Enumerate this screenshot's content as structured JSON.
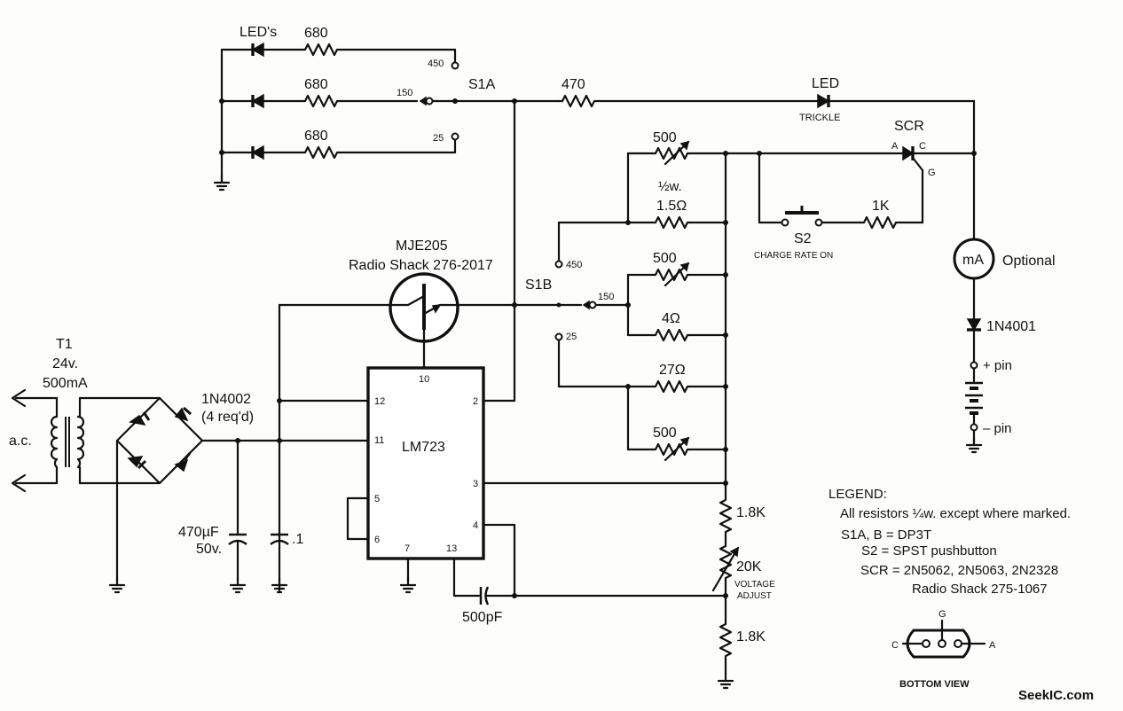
{
  "labels": {
    "leds": "LED's",
    "r680a": "680",
    "r680b": "680",
    "r680c": "680",
    "pos450a": "450",
    "pos150a": "150",
    "pos25a": "25",
    "s1a": "S1A",
    "r470": "470",
    "led": "LED",
    "trickle": "TRICKLE",
    "scr": "SCR",
    "scr_a": "A",
    "scr_c": "C",
    "scr_g": "G",
    "r500a": "500",
    "half_w": "½w.",
    "r1_5": "1.5Ω",
    "r500b": "500",
    "r4": "4Ω",
    "r27": "27Ω",
    "r500c": "500",
    "pos450b": "450",
    "pos150b": "150",
    "pos25b": "25",
    "s1b": "S1B",
    "s2": "S2",
    "charge_rate_on": "CHARGE RATE ON",
    "r1k": "1K",
    "ma": "mA",
    "optional": "Optional",
    "d1n4001": "1N4001",
    "plus_pin": "+ pin",
    "minus_pin": "– pin",
    "mje205": "MJE205",
    "radio_shack_276": "Radio Shack 276-2017",
    "t1": "T1",
    "t1_v": "24v.",
    "t1_ma": "500mA",
    "ac": "a.c.",
    "d1n4002": "1N4002",
    "req": "(4 req'd)",
    "c470": "470µF",
    "c50v": "50v.",
    "c01": ".1",
    "lm723": "LM723",
    "pin10": "10",
    "pin12": "12",
    "pin11": "11",
    "pin2": "2",
    "pin3": "3",
    "pin5": "5",
    "pin6": "6",
    "pin7": "7",
    "pin13": "13",
    "pin4": "4",
    "c500pf": "500pF",
    "r1_8a": "1.8K",
    "r20k": "20K",
    "voltage": "VOLTAGE",
    "adjust": "ADJUST",
    "r1_8b": "1.8K",
    "bottom_view": "BOTTOM VIEW",
    "bv_g": "G",
    "bv_c": "C",
    "bv_a": "A",
    "watermark": "SeekIC.com"
  },
  "legend": {
    "title": "LEGEND:",
    "lines": [
      "All resistors ¼w. except where marked.",
      "S1A, B = DP3T",
      "S2 = SPST pushbutton",
      "SCR = 2N5062, 2N5063, 2N2328",
      "Radio Shack 275-1067"
    ]
  }
}
